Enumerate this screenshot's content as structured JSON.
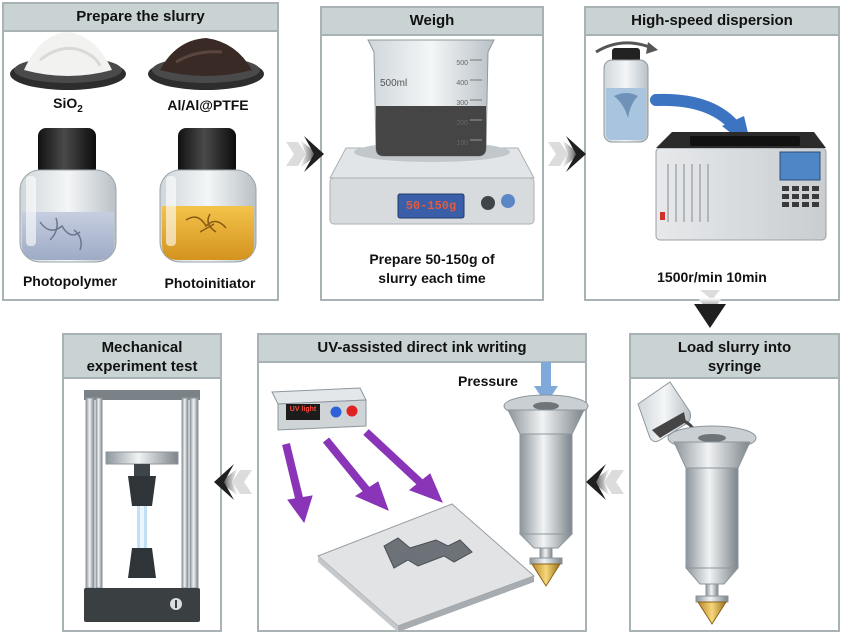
{
  "steps": {
    "prepare": {
      "title": "Prepare the slurry",
      "sio2_base": "SiO",
      "sio2_sub": "2",
      "al_ptfe": "Al/Al@PTFE",
      "photopolymer": "Photopolymer",
      "photoinitiator": "Photoinitiator"
    },
    "weigh": {
      "title": "Weigh",
      "caption_line1": "Prepare 50-150g of",
      "caption_line2": "slurry each time",
      "beaker_volume": "500ml",
      "beaker_ticks": [
        "500",
        "400",
        "300",
        "200",
        "100"
      ],
      "scale_display": "50-150g"
    },
    "dispersion": {
      "title": "High-speed dispersion",
      "caption": "1500r/min 10min"
    },
    "load": {
      "title_line1": "Load slurry into",
      "title_line2": "syringe"
    },
    "uv": {
      "title": "UV-assisted direct ink writing",
      "pressure": "Pressure",
      "uv_display": "UV light"
    },
    "mechanical": {
      "title_line1": "Mechanical",
      "title_line2": "experiment test"
    }
  },
  "colors": {
    "panel_border": "#a9b3b5",
    "title_fill": "#c9d3d3",
    "arrow": "#2b2b2b",
    "uv_rays": "#8a35b8",
    "slurry": "#454545"
  }
}
